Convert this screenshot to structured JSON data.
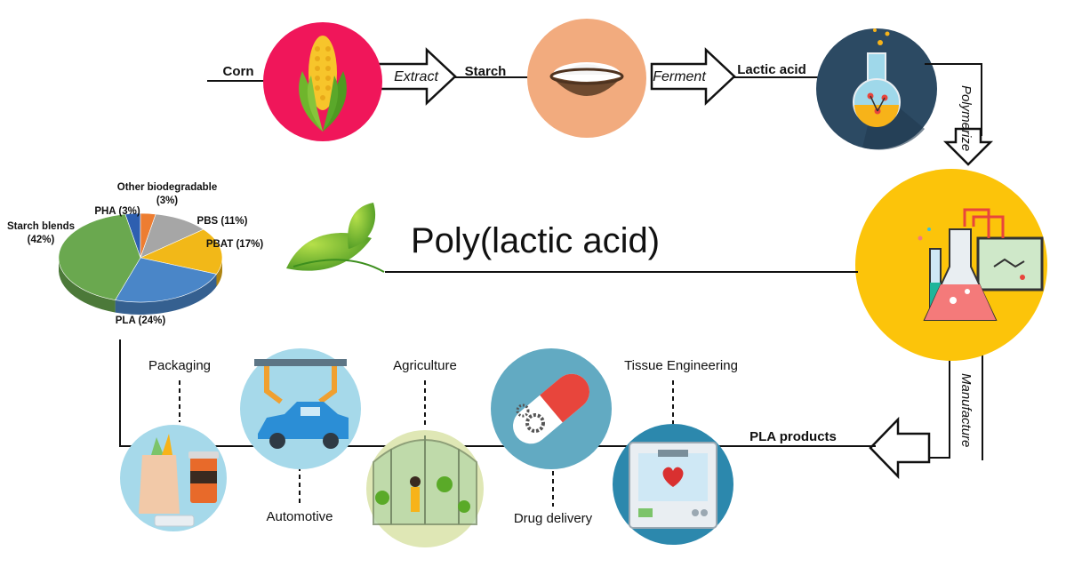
{
  "flow": {
    "corn": "Corn",
    "extract": "Extract",
    "starch": "Starch",
    "ferment": "Ferment",
    "lactic_acid": "Lactic acid",
    "polymerize": "Polymerize",
    "title": "Poly(lactic acid)",
    "manufacture": "Manufacture",
    "pla_products": "PLA products"
  },
  "applications": {
    "packaging": "Packaging",
    "automotive": "Automotive",
    "agriculture": "Agriculture",
    "drug_delivery": "Drug delivery",
    "tissue_engineering": "Tissue Engineering"
  },
  "chart_data": {
    "type": "pie",
    "slices": [
      {
        "label": "Starch blends",
        "value": 42,
        "value_label": "(42%)",
        "color": "#6aa84f"
      },
      {
        "label": "PLA",
        "value": 24,
        "value_label": "(24%)",
        "color": "#4a86c8"
      },
      {
        "label": "PBAT",
        "value": 17,
        "value_label": "(17%)",
        "color": "#f2b818"
      },
      {
        "label": "PBS",
        "value": 11,
        "value_label": "(11%)",
        "color": "#a6a6a6"
      },
      {
        "label": "Other biodegradable",
        "value": 3,
        "value_label": "(3%)",
        "color": "#ed7d31"
      },
      {
        "label": "PHA",
        "value": 3,
        "value_label": "(3%)",
        "color": "#2e5fb0"
      }
    ],
    "label_texts": {
      "starch": "Starch blends",
      "starch_pct": "(42%)",
      "pha": "PHA (3%)",
      "other": "Other biodegradable",
      "other_pct": "(3%)",
      "pbs": "PBS (11%)",
      "pbat": "PBAT (17%)",
      "pla": "PLA (24%)"
    }
  },
  "colors": {
    "corn_bg": "#f0165a",
    "starch_bg": "#f2ab7e",
    "flask_bg": "#2c4a63",
    "lab_bg": "#fcc40a",
    "app_bg": "#a6d9ea",
    "drug_bg": "#62aac2",
    "tissue_bg": "#2c88ad",
    "leaf": "#5aaa28"
  }
}
